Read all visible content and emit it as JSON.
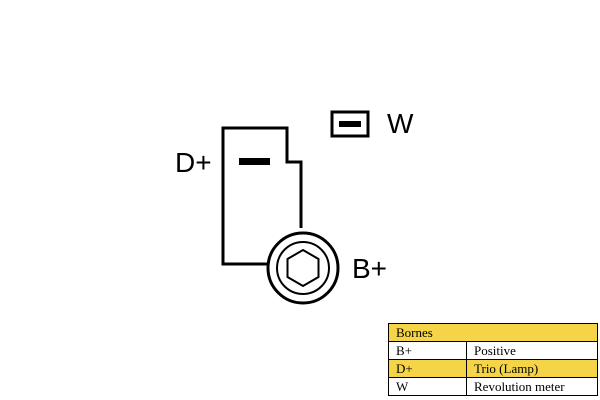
{
  "labels": {
    "w": "W",
    "d_plus": "D+",
    "b_plus": "B+"
  },
  "legend": {
    "header": "Bornes",
    "rows": [
      {
        "terminal": "B+",
        "description": "Positive",
        "highlight": false
      },
      {
        "terminal": "D+",
        "description": "Trio (Lamp)",
        "highlight": true
      },
      {
        "terminal": "W",
        "description": "Revolution meter",
        "highlight": false
      }
    ]
  },
  "colors": {
    "highlight": "#f5d547",
    "line": "#000000"
  },
  "icons": [
    "d-plus-blade-terminal-icon",
    "w-spade-terminal-icon",
    "b-plus-stud-terminal-icon",
    "hex-nut-icon"
  ]
}
